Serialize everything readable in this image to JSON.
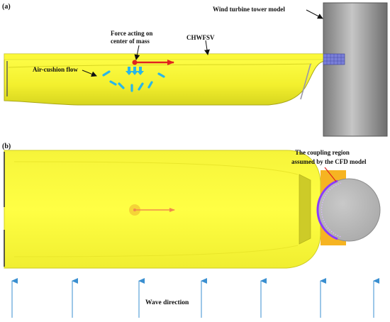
{
  "panel_a": {
    "letter": "(a)",
    "tower_label": "Wind turbine tower model",
    "vessel_label": "CHWFSV",
    "force_label_line1": "Force acting on",
    "force_label_line2": "center of mass",
    "aircushion_label": "Air-cushion flow"
  },
  "panel_b": {
    "letter": "(b)",
    "coupling_label_line1": "The coupling region",
    "coupling_label_line2": "assumed by the CFD model",
    "wave_label": "Wave direction"
  },
  "colors": {
    "hull_yellow": "#ffff33",
    "hull_shadow": "#d9d722",
    "tower_gray": "#9a9a9a",
    "force_arrow": "#e0231f",
    "cushion_arrow": "#29b6e8",
    "wave_arrow": "#3a8fd0",
    "coupling_orange": "#f6b422",
    "coupling_ring": "#8a3cff"
  }
}
